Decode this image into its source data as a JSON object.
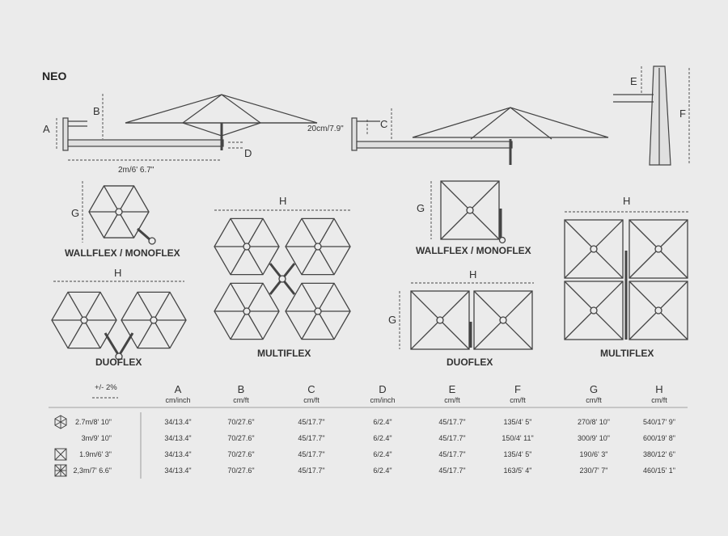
{
  "title": "NEO",
  "labels": {
    "A": "A",
    "B": "B",
    "C": "C",
    "D": "D",
    "E": "E",
    "F": "F",
    "G": "G",
    "H": "H",
    "arm_length": "2m/6' 6.7\"",
    "offset": "20cm/7.9\""
  },
  "captions": {
    "wallflex_hex": "WALLFLEX / MONOFLEX",
    "duoflex_hex": "DUOFLEX",
    "multiflex_hex": "MULTIFLEX",
    "wallflex_sq": "WALLFLEX / MONOFLEX",
    "duoflex_sq": "DUOFLEX",
    "multiflex_sq": "MULTIFLEX"
  },
  "table": {
    "tolerance": "+/- 2%",
    "columns": [
      {
        "letter": "A",
        "unit": "cm/inch"
      },
      {
        "letter": "B",
        "unit": "cm/ft"
      },
      {
        "letter": "C",
        "unit": "cm/ft"
      },
      {
        "letter": "D",
        "unit": "cm/inch"
      },
      {
        "letter": "E",
        "unit": "cm/ft"
      },
      {
        "letter": "F",
        "unit": "cm/ft"
      },
      {
        "letter": "G",
        "unit": "cm/ft"
      },
      {
        "letter": "H",
        "unit": "cm/ft"
      }
    ],
    "rows": [
      {
        "icon": "hexagon-icon",
        "size": "2.7m/8' 10\"",
        "values": [
          "34/13.4\"",
          "70/27.6\"",
          "45/17.7\"",
          "6/2.4\"",
          "45/17.7\"",
          "135/4' 5\"",
          "270/8' 10\"",
          "540/17' 9\""
        ]
      },
      {
        "icon": "",
        "size": "3m/9' 10\"",
        "values": [
          "34/13.4\"",
          "70/27.6\"",
          "45/17.7\"",
          "6/2.4\"",
          "45/17.7\"",
          "150/4' 11\"",
          "300/9' 10\"",
          "600/19' 8\""
        ]
      },
      {
        "icon": "square-icon",
        "size": "1.9m/6' 3\"",
        "values": [
          "34/13.4\"",
          "70/27.6\"",
          "45/17.7\"",
          "6/2.4\"",
          "45/17.7\"",
          "135/4' 5\"",
          "190/6' 3\"",
          "380/12' 6\""
        ]
      },
      {
        "icon": "square-large-icon",
        "size": "2,3m/7' 6.6\"",
        "values": [
          "34/13.4\"",
          "70/27.6\"",
          "45/17.7\"",
          "6/2.4\"",
          "45/17.7\"",
          "163/5' 4\"",
          "230/7' 7\"",
          "460/15' 1\""
        ]
      }
    ]
  },
  "colors": {
    "background": "#ebebeb",
    "line": "#444444"
  }
}
